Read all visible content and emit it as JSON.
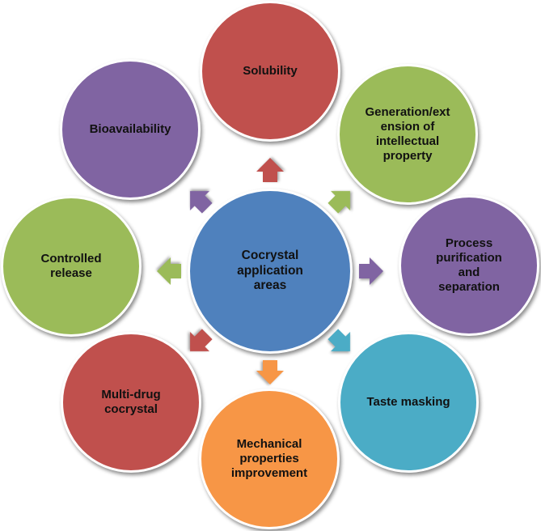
{
  "center": {
    "label": "Cocrystal application areas",
    "color": "#4f81bd"
  },
  "nodes": [
    {
      "label": "Solubility",
      "color": "#c0504d"
    },
    {
      "label": "Generation/ext ension of intellectual property",
      "color": "#9bbb59"
    },
    {
      "label": "Process purification and separation",
      "color": "#8064a2"
    },
    {
      "label": "Taste masking",
      "color": "#4bacc6"
    },
    {
      "label": "Mechanical properties improvement",
      "color": "#f79646"
    },
    {
      "label": "Multi-drug cocrystal",
      "color": "#c0504d"
    },
    {
      "label": "Controlled release",
      "color": "#9bbb59"
    },
    {
      "label": "Bioavailability",
      "color": "#8064a2"
    }
  ]
}
